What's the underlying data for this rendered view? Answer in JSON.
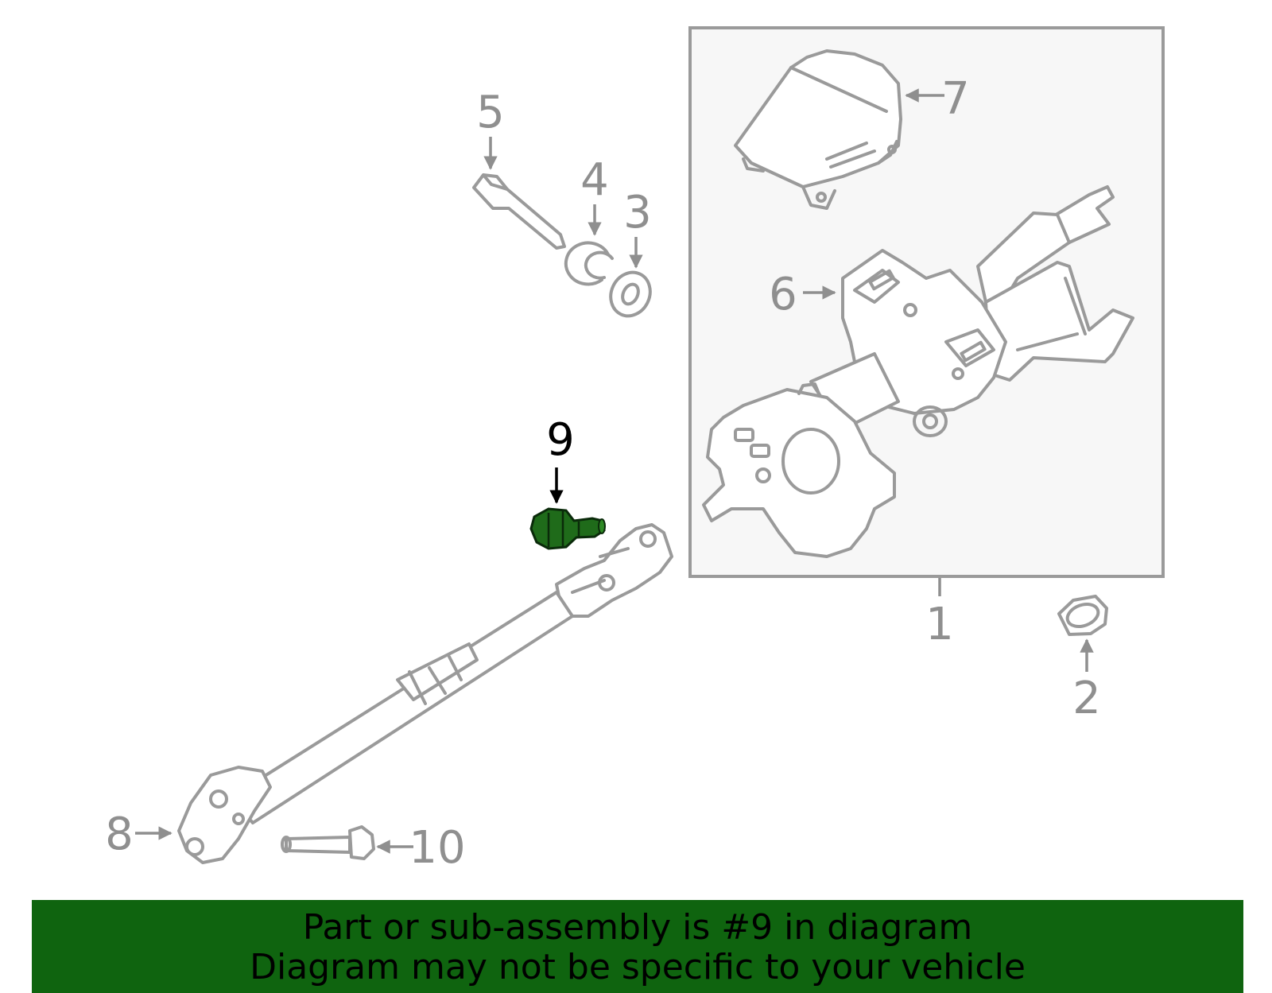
{
  "callouts": {
    "c1": "1",
    "c2": "2",
    "c3": "3",
    "c4": "4",
    "c5": "5",
    "c6": "6",
    "c7": "7",
    "c8": "8",
    "c9": "9",
    "c10": "10"
  },
  "highlight": {
    "part": "9",
    "color": "#1f6b1a"
  },
  "colors": {
    "line": "#9a9a9a",
    "banner": "#0f640f",
    "panel": "#f7f7f7"
  },
  "banner": {
    "line1": "Part or sub-assembly is #9 in diagram",
    "line2": "Diagram may not be specific to your vehicle"
  }
}
